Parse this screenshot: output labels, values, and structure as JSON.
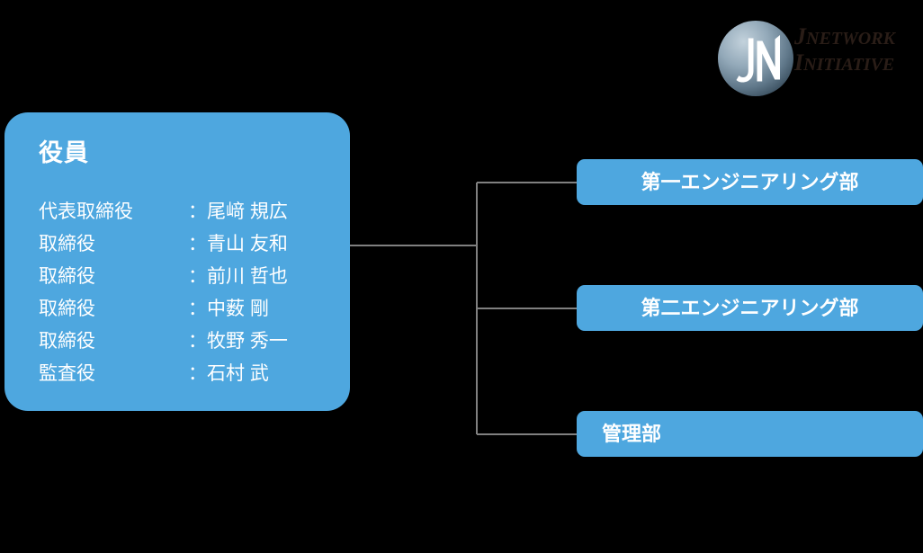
{
  "logo": {
    "monogram": "JN",
    "line1_lead": "J",
    "line1_rest": "NETWORK",
    "line2_lead": "I",
    "line2_rest": "NITIATIVE",
    "mark_color_light": "#b6c6d2",
    "mark_color_dark": "#465c6c"
  },
  "officers": {
    "title": "役員",
    "separator": "：",
    "rows": [
      {
        "role": "代表取締役",
        "name": "尾﨑 規広"
      },
      {
        "role": "取締役",
        "name": "青山 友和"
      },
      {
        "role": "取締役",
        "name": "前川 哲也"
      },
      {
        "role": "取締役",
        "name": "中薮 剛"
      },
      {
        "role": "取締役",
        "name": "牧野 秀一"
      },
      {
        "role": "監査役",
        "name": "石村 武"
      }
    ]
  },
  "departments": [
    {
      "label": "第一エンジニアリング部"
    },
    {
      "label": "第二エンジニアリング部"
    },
    {
      "label": "管理部"
    }
  ],
  "colors": {
    "background": "#000000",
    "box_blue": "#4ea7df",
    "box_text": "#ffffff",
    "connector_line": "#808080",
    "logo_text": "#2a1d17"
  }
}
